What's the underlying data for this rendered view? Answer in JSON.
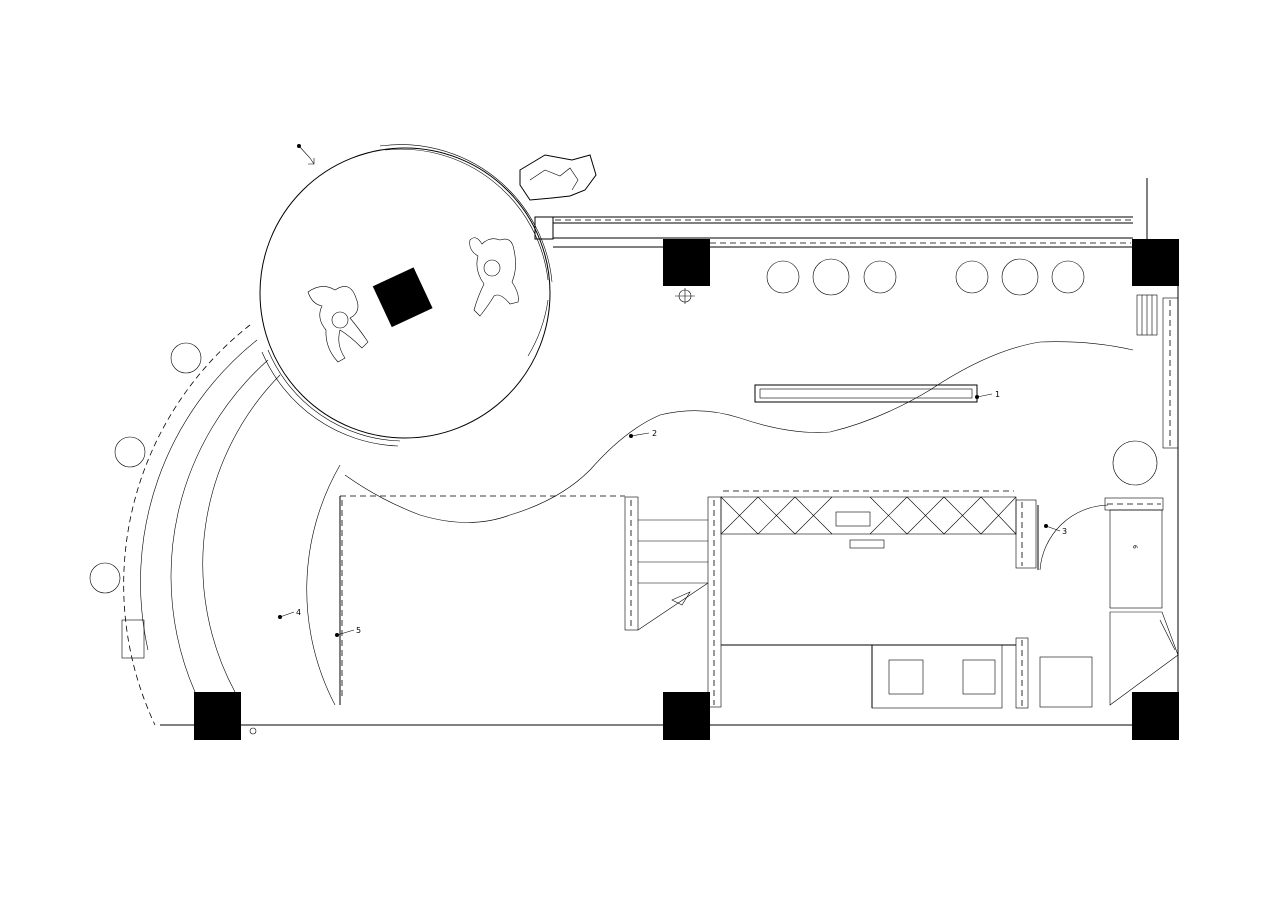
{
  "labels": {
    "label_a": "1",
    "label_b": "2",
    "label_c": "3",
    "label_d": "4",
    "label_e": "5",
    "label_f": "6"
  },
  "colors": {
    "line": "#000000",
    "column": "#000000",
    "background": "#ffffff"
  }
}
